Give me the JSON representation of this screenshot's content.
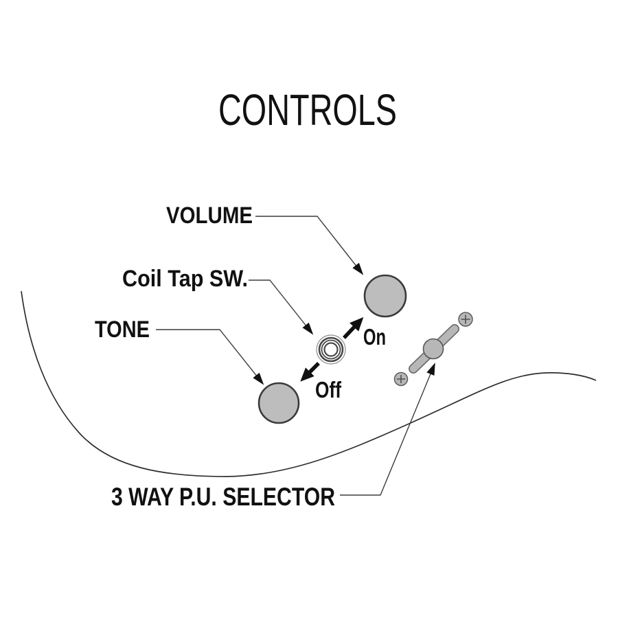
{
  "title": "CONTROLS",
  "labels": {
    "volume": "VOLUME",
    "coil_tap_switch": "Coil Tap SW.",
    "tone": "TONE",
    "switch_on": "On",
    "switch_off": "Off",
    "pickup_selector": "3 WAY P.U. SELECTOR"
  },
  "colors": {
    "background": "#ffffff",
    "text": "#111111",
    "leader_line": "#3c3c3c",
    "arrow": "#101010",
    "body_outline": "#2e2e2e",
    "knob_fill": "#bdbdbd",
    "knob_stroke": "#3a3a3a",
    "switch_fill": "#c3c3c3",
    "switch_inner_fill": "#c9c9c9",
    "switch_ring": "#474747",
    "selector_fill": "#b7b7b7",
    "selector_outline": "#6f6f6f",
    "screw_fill": "#b7b7b7",
    "screw_stroke": "#5c5c5c"
  }
}
